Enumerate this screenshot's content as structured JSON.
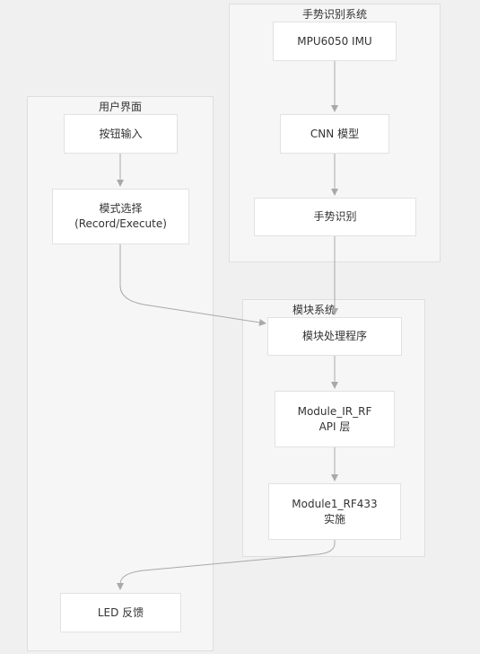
{
  "clusters": {
    "ui": {
      "title": "用户界面"
    },
    "gesture": {
      "title": "手势识别系统"
    },
    "module": {
      "title": "模块系统"
    }
  },
  "nodes": {
    "button_input": "按钮输入",
    "mode_select_line1": "模式选择",
    "mode_select_line2": "(Record/Execute)",
    "led": "LED 反馈",
    "mpu": "MPU6050 IMU",
    "cnn": "CNN 模型",
    "gesture_recognition": "手势识别",
    "module_handler": "模块处理程序",
    "module_api_line1": "Module_IR_RF",
    "module_api_line2": "API 层",
    "module1_line1": "Module1_RF433",
    "module1_line2": "实施"
  },
  "colors": {
    "edge": "#a9a9a9",
    "cluster_bg": "#f6f6f6",
    "node_bg": "#ffffff"
  }
}
